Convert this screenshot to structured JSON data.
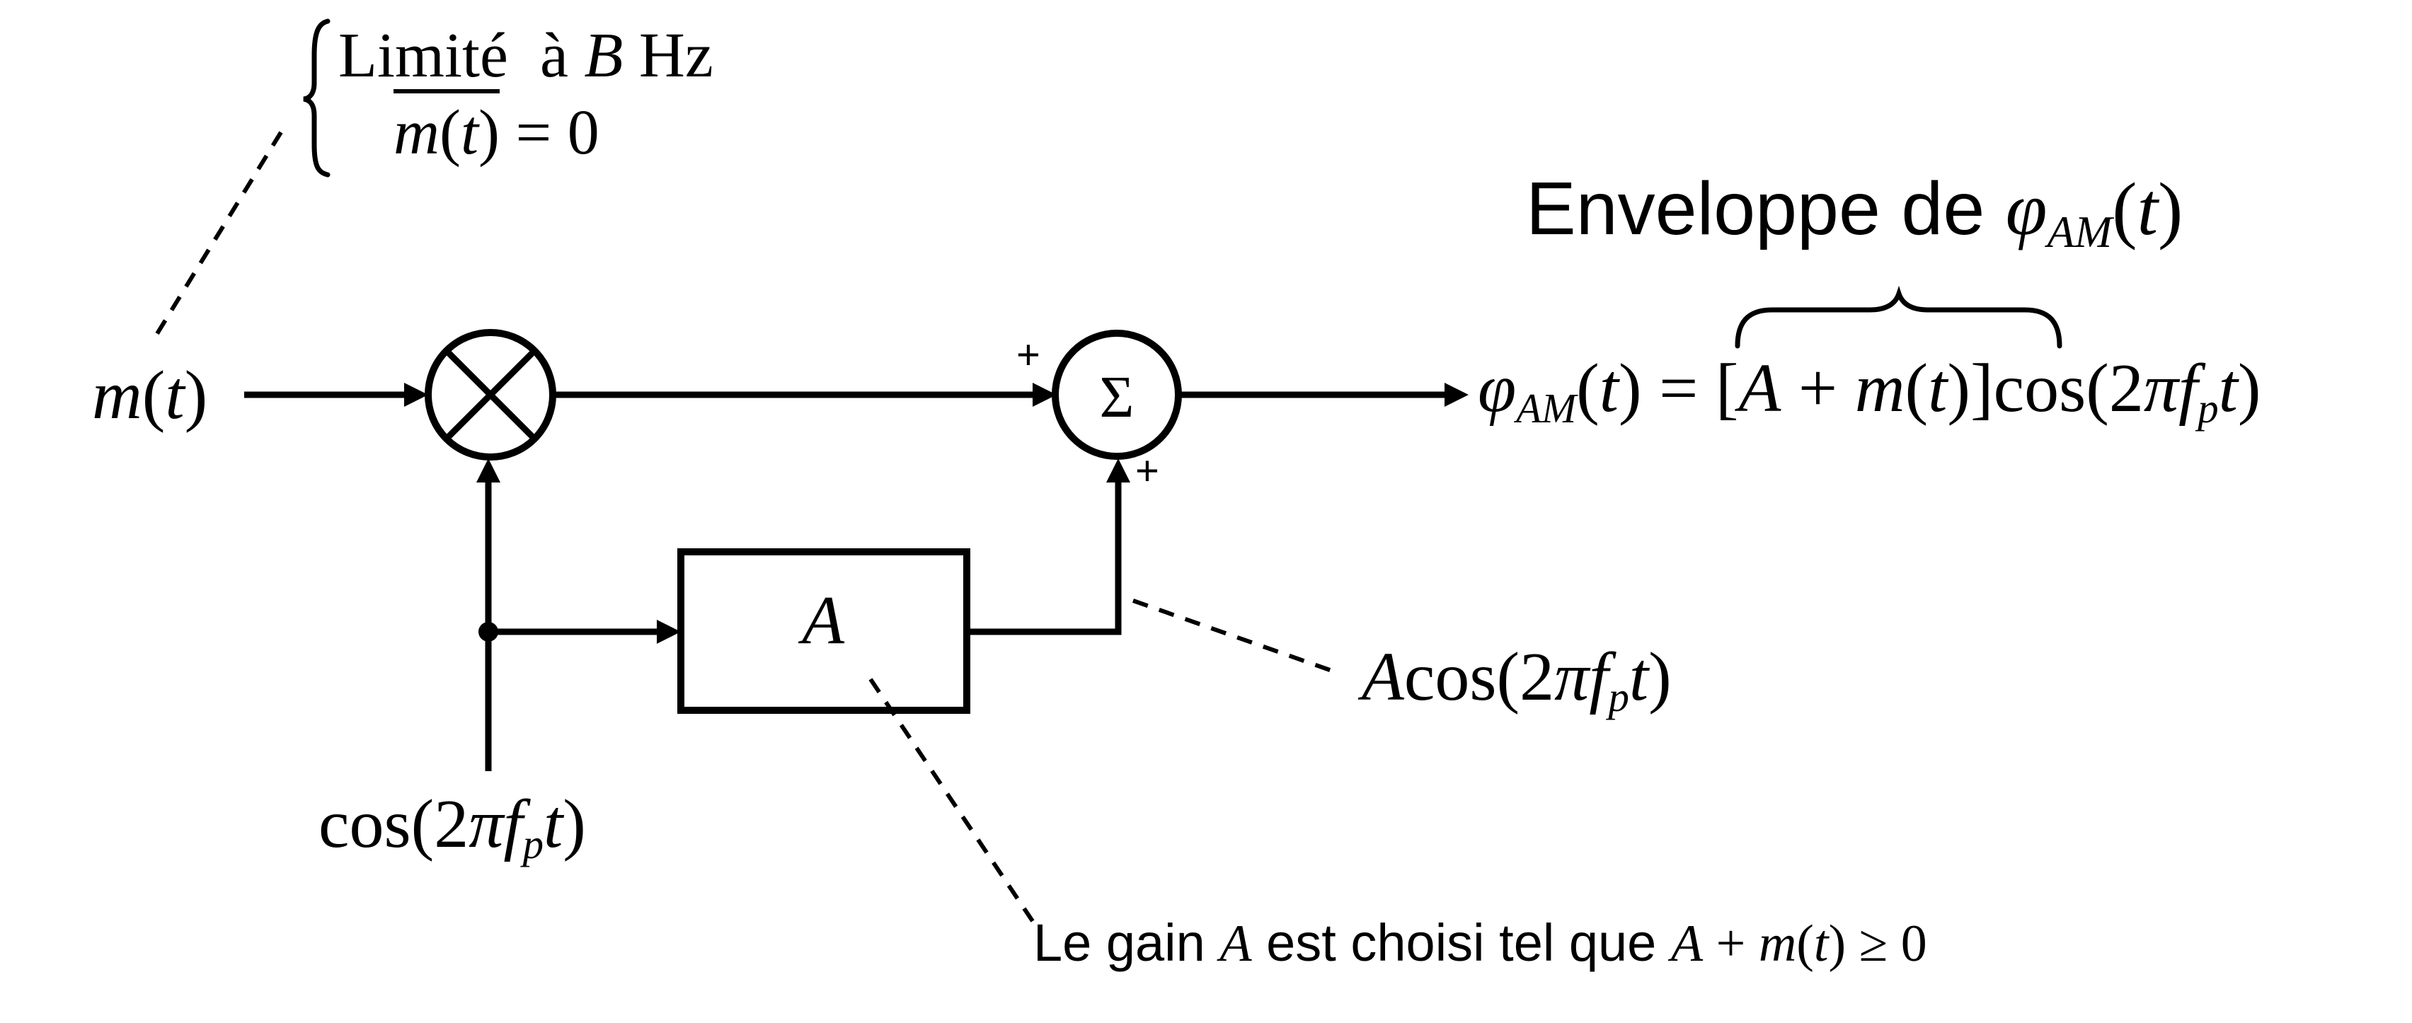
{
  "colors": {
    "ink": "#000000",
    "background": "#ffffff"
  },
  "condition_note": {
    "line1_html": "Limité&nbsp; à <i>B</i> Hz",
    "line2_html": "<span class='ovl'><i>m</i>(<i>t</i>)</span> = 0"
  },
  "signals": {
    "input_html": "<i>m</i>(<i>t</i>)",
    "carrier_html": "cos(2<i>π</i><i>f</i><sub><i>p</i></sub><i>t</i>)",
    "amplified_carrier_html": "<i>A</i>cos(2<i>π</i><i>f</i><sub><i>p</i></sub><i>t</i>)",
    "output_html": "<i>φ</i><sub><i>AM</i></sub>(<i>t</i>) = [<i>A</i> + <i>m</i>(<i>t</i>)]cos(2<i>π</i><i>f</i><sub><i>p</i></sub><i>t</i>)"
  },
  "blocks": {
    "gain_label_html": "<i>A</i>",
    "sum_symbol": "Σ",
    "sum_sign_top": "+",
    "sum_sign_bottom": "+"
  },
  "annotations": {
    "envelope_title_html": "Enveloppe de <span class='mathfrag'><i>φ</i><sub><i>AM</i></sub>(<i>t</i>)</span>",
    "gain_note_html": "Le gain <span class='mathfrag'><i>A</i></span> est choisi tel que <span class='mathfrag'><i>A</i> + <i>m</i>(<i>t</i>) ≥ 0</span>"
  }
}
